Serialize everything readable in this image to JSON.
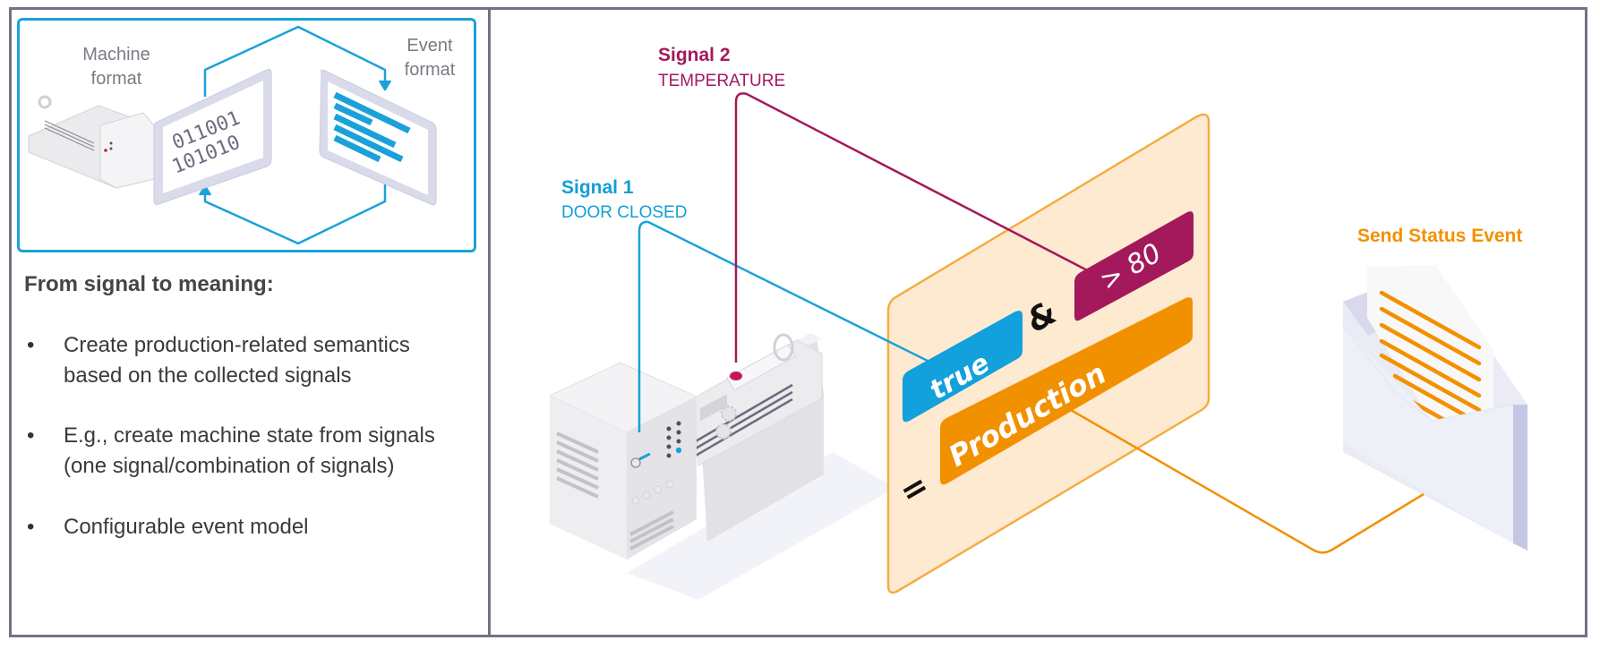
{
  "left_panel": {
    "inset": {
      "machine_label_line1": "Machine",
      "machine_label_line2": "format",
      "event_label_line1": "Event",
      "event_label_line2": "format",
      "binary_line1": "011001",
      "binary_line2": "101010"
    },
    "heading": "From signal to meaning:",
    "bullets": [
      {
        "line1": "Create production-related semantics",
        "line2": "based on the collected signals"
      },
      {
        "line1": "E.g., create machine state from signals",
        "line2": "(one signal/combination of signals)"
      },
      {
        "line1": "Configurable event model",
        "line2": ""
      }
    ],
    "bullet_glyph": "•"
  },
  "diagram": {
    "signal1": {
      "title": "Signal 1",
      "subtitle": "DOOR CLOSED",
      "color": "#119fd6"
    },
    "signal2": {
      "title": "Signal 2",
      "subtitle": "TEMPERATURE",
      "color": "#a3195b"
    },
    "rule": {
      "condition1": "true",
      "operator": "&",
      "condition2": "> 80",
      "equals": "=",
      "result": "Production"
    },
    "event": {
      "title": "Send Status Event",
      "color": "#f29100"
    },
    "icons": [
      "machine-icon",
      "envelope-icon",
      "tablet-binary-icon",
      "tablet-document-icon"
    ]
  },
  "colors": {
    "frame": "#727283",
    "blue": "#1ba1d9",
    "magenta": "#a3195b",
    "orange": "#f29100",
    "panel_fill": "#fde9cf"
  }
}
